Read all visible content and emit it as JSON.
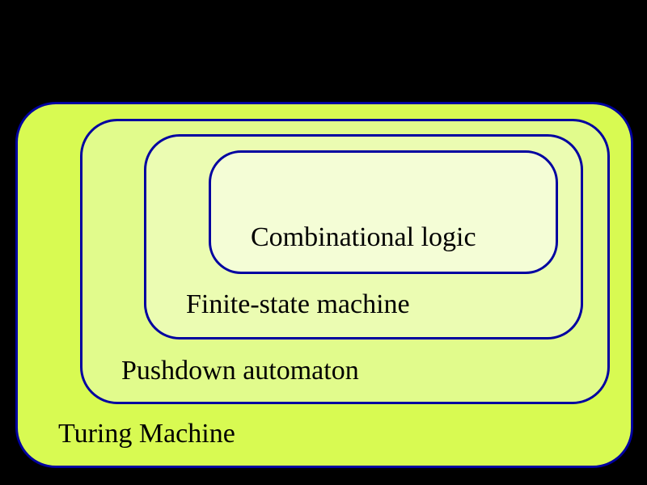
{
  "canvas": {
    "background": "#000000",
    "border_color": "#0000a0",
    "text_color": "#000000"
  },
  "layers": [
    {
      "id": "turing-machine",
      "label": "Turing Machine",
      "fill": "#d8fa52"
    },
    {
      "id": "pushdown-automaton",
      "label": "Pushdown automaton",
      "fill": "#e1fb8c"
    },
    {
      "id": "finite-state-machine",
      "label": "Finite-state machine",
      "fill": "#ebfcb2"
    },
    {
      "id": "combinational-logic",
      "label": "Combinational logic",
      "fill": "#f4fdd6"
    }
  ]
}
